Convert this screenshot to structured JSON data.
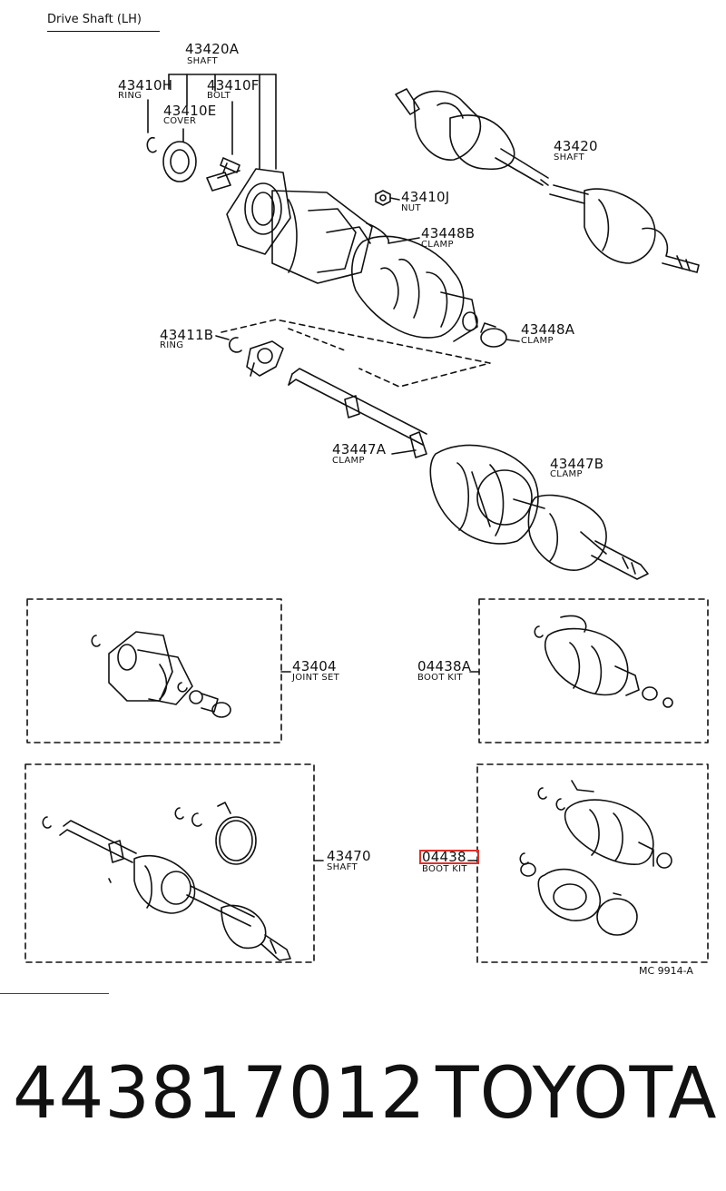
{
  "title": "Drive Shaft (LH)",
  "diagram_code": "MC 9914-A",
  "part_number": "443817012",
  "brand": "TOYOTA",
  "highlight_color": "#e0302a",
  "labels": {
    "shaft_43420a": {
      "num": "43420A",
      "name": "SHAFT"
    },
    "ring_43410h": {
      "num": "43410H",
      "name": "RING"
    },
    "bolt_43410f": {
      "num": "43410F",
      "name": "BOLT"
    },
    "cover_43410e": {
      "num": "43410E",
      "name": "COVER"
    },
    "shaft_43420": {
      "num": "43420",
      "name": "SHAFT"
    },
    "nut_43410j": {
      "num": "43410J",
      "name": "NUT"
    },
    "clamp_43448b": {
      "num": "43448B",
      "name": "CLAMP"
    },
    "clamp_43448a": {
      "num": "43448A",
      "name": "CLAMP"
    },
    "ring_43411b": {
      "num": "43411B",
      "name": "RING"
    },
    "clamp_43447a": {
      "num": "43447A",
      "name": "CLAMP"
    },
    "clamp_43447b": {
      "num": "43447B",
      "name": "CLAMP"
    },
    "joint_43404": {
      "num": "43404",
      "name": "JOINT SET"
    },
    "boot_04438a": {
      "num": "04438A",
      "name": "BOOT KIT"
    },
    "shaft_43470": {
      "num": "43470",
      "name": "SHAFT"
    },
    "boot_04438": {
      "num": "04438",
      "name": "BOOT KIT"
    }
  }
}
